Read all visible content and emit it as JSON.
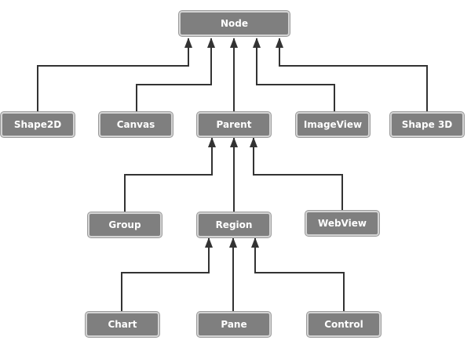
{
  "nodes": {
    "node": "Node",
    "shape2d": "Shape2D",
    "canvas": "Canvas",
    "parent": "Parent",
    "imageview": "ImageView",
    "shape3d": "Shape 3D",
    "group": "Group",
    "region": "Region",
    "webview": "WebView",
    "chart": "Chart",
    "pane": "Pane",
    "control": "Control"
  },
  "colors": {
    "box_fill": "#7f7f7f",
    "box_border": "#d3d3d3",
    "connector": "#333333",
    "text": "#ffffff"
  }
}
